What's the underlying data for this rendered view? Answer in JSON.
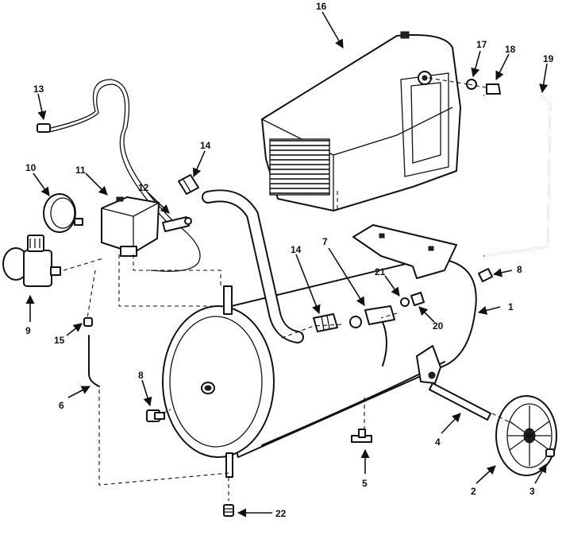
{
  "diagram": {
    "callouts": [
      {
        "id": "c1",
        "label": "1"
      },
      {
        "id": "c2",
        "label": "2"
      },
      {
        "id": "c3",
        "label": "3"
      },
      {
        "id": "c4",
        "label": "4"
      },
      {
        "id": "c5",
        "label": "5"
      },
      {
        "id": "c6",
        "label": "6"
      },
      {
        "id": "c7",
        "label": "7"
      },
      {
        "id": "c8a",
        "label": "8"
      },
      {
        "id": "c8b",
        "label": "8"
      },
      {
        "id": "c9",
        "label": "9"
      },
      {
        "id": "c10",
        "label": "10"
      },
      {
        "id": "c11",
        "label": "11"
      },
      {
        "id": "c12",
        "label": "12"
      },
      {
        "id": "c13",
        "label": "13"
      },
      {
        "id": "c14a",
        "label": "14"
      },
      {
        "id": "c14b",
        "label": "14"
      },
      {
        "id": "c15",
        "label": "15"
      },
      {
        "id": "c16",
        "label": "16"
      },
      {
        "id": "c17",
        "label": "17"
      },
      {
        "id": "c18",
        "label": "18"
      },
      {
        "id": "c19",
        "label": "19"
      },
      {
        "id": "c20",
        "label": "20"
      },
      {
        "id": "c21",
        "label": "21"
      },
      {
        "id": "c22",
        "label": "22"
      }
    ]
  }
}
